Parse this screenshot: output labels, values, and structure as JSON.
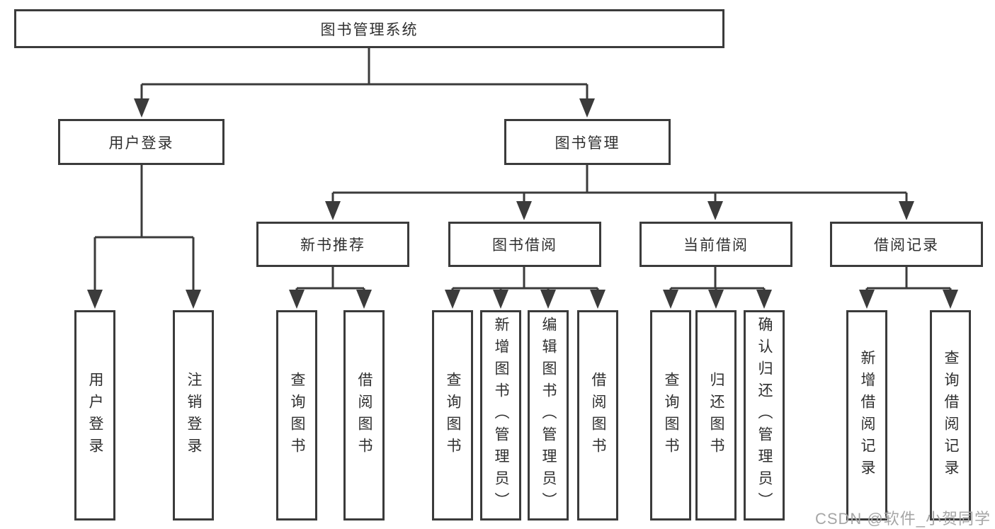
{
  "diagram": {
    "tree": {
      "label": "图书管理系统",
      "children": [
        {
          "label": "用户登录",
          "children": [
            {
              "label": "用户登录"
            },
            {
              "label": "注销登录"
            }
          ]
        },
        {
          "label": "图书管理",
          "children": [
            {
              "label": "新书推荐",
              "children": [
                {
                  "label": "查询图书"
                },
                {
                  "label": "借阅图书"
                }
              ]
            },
            {
              "label": "图书借阅",
              "children": [
                {
                  "label": "查询图书"
                },
                {
                  "label": "新增图书（管理员）"
                },
                {
                  "label": "编辑图书（管理员）"
                },
                {
                  "label": "借阅图书"
                }
              ]
            },
            {
              "label": "当前借阅",
              "children": [
                {
                  "label": "查询图书"
                },
                {
                  "label": "归还图书"
                },
                {
                  "label": "确认归还（管理员）"
                }
              ]
            },
            {
              "label": "借阅记录",
              "children": [
                {
                  "label": "新增借阅记录"
                },
                {
                  "label": "查询借阅记录"
                }
              ]
            }
          ]
        }
      ]
    },
    "watermark": "CSDN @软件_小贺同学",
    "colors": {
      "line": "#3b3b3b",
      "text": "#2f2f2f",
      "watermark": "#a6a6a6",
      "background": "#ffffff"
    }
  }
}
